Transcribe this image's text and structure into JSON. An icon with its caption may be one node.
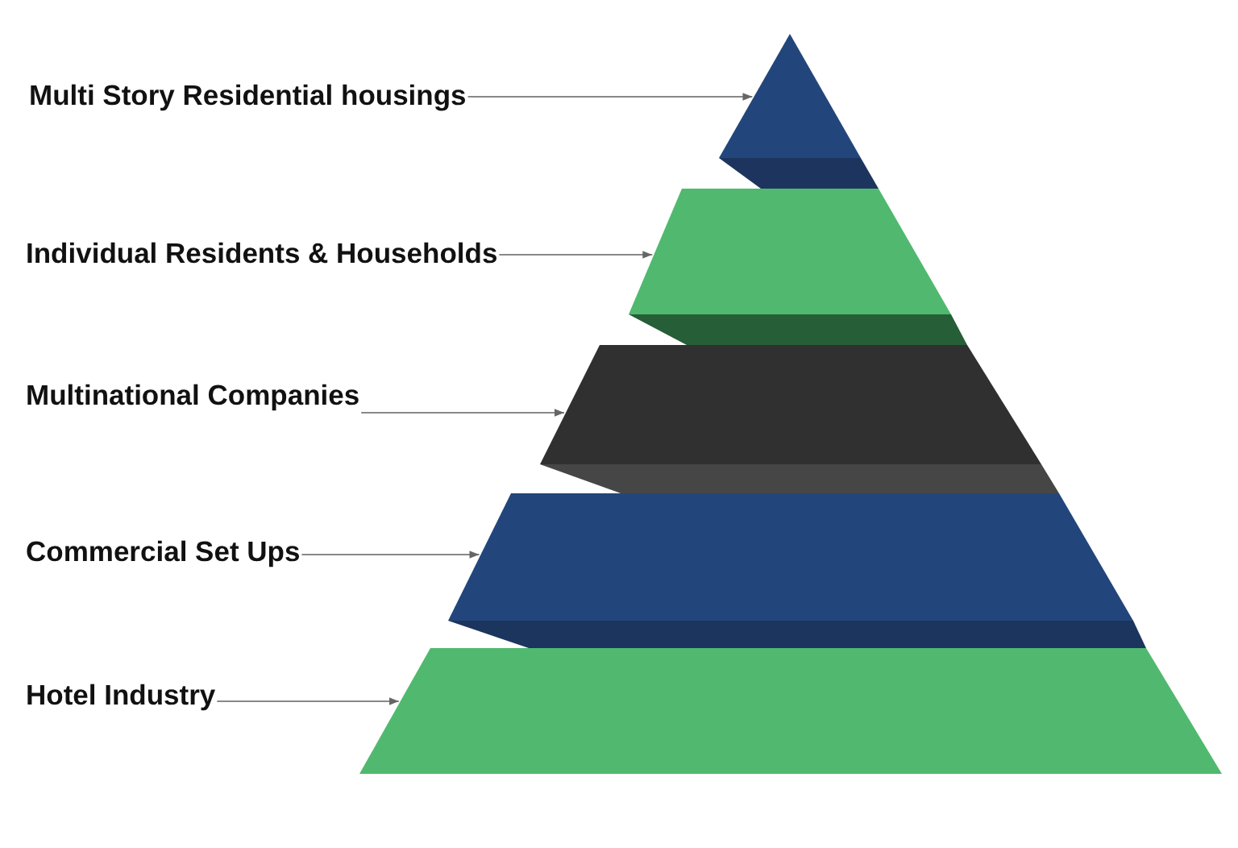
{
  "diagram": {
    "nodes": [
      {
        "text": [
          "Multi Story Residential housings"
        ]
      },
      {
        "text": [
          "Individual Residents & Households"
        ]
      },
      {
        "text": [
          "Multinational Companies"
        ]
      },
      {
        "text": [
          "Commercial Set Ups"
        ]
      },
      {
        "text": [
          "Hotel Industry"
        ]
      },
      {
        "text": [],
        "shape": "triangle"
      },
      {
        "text": [],
        "shape": "trapezoid"
      },
      {
        "text": [],
        "shape": "trapezoid"
      },
      {
        "text": [],
        "shape": "trapezoid"
      },
      {
        "text": [],
        "shape": "trapezoid"
      }
    ],
    "edges": [
      {
        "from": 0,
        "to": 5,
        "arrow": "to"
      },
      {
        "from": 1,
        "to": 6,
        "arrow": "to"
      },
      {
        "from": 2,
        "to": 7,
        "arrow": "to"
      },
      {
        "from": 3,
        "to": 8,
        "arrow": "to"
      },
      {
        "from": 4,
        "to": 9,
        "arrow": "to"
      }
    ]
  }
}
